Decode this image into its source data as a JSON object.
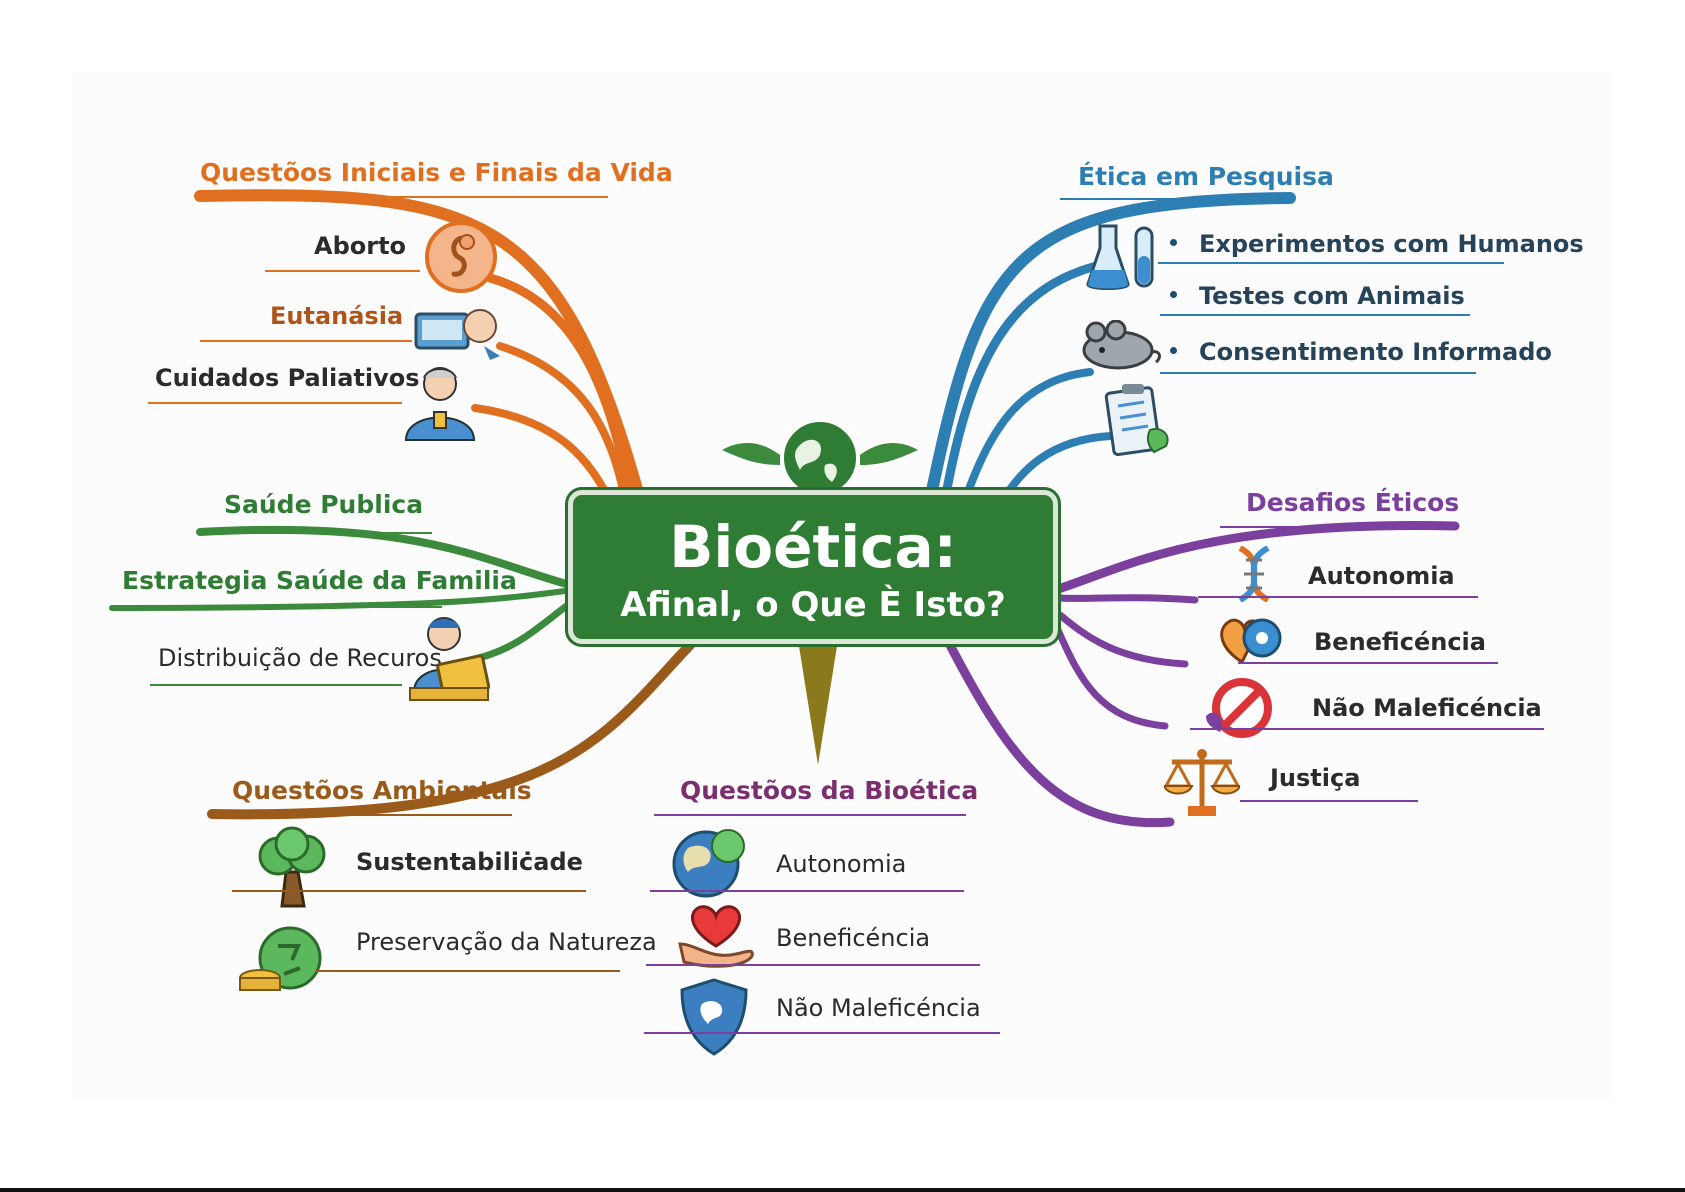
{
  "center": {
    "title": "Bioética:",
    "subtitle": "Afinal, o Que È Isto?"
  },
  "colors": {
    "orange": "#e07020",
    "blue": "#2d7fb3",
    "green": "#3c8a3c",
    "purple": "#7b3f9e",
    "brown": "#9a5a1a",
    "center_green": "#2f7d35"
  },
  "branches": {
    "vida": {
      "title": "Questõos Iniciais e Finais da Vida",
      "items": [
        {
          "label": "Aborto",
          "icon": "fetus-icon"
        },
        {
          "label": "Eutanásia",
          "icon": "monitor-patient-icon"
        },
        {
          "label": "Cuidados Paliativos",
          "icon": "caregiver-icon"
        }
      ]
    },
    "pesquisa": {
      "title": "Ética em Pesquisa",
      "items": [
        {
          "label": "Experimentos com Humanos",
          "icon": "flask-icon"
        },
        {
          "label": "Testes com Animais",
          "icon": "animal-icon"
        },
        {
          "label": "Consentimento Informado",
          "icon": "clipboard-icon"
        }
      ]
    },
    "saude": {
      "title": "Saúde Publica",
      "items": [
        {
          "label": "Estrategia Saúde da Familia",
          "icon": ""
        },
        {
          "label": "Distribuição de Recuros",
          "icon": "worker-laptop-icon"
        }
      ]
    },
    "desafios": {
      "title": "Desafios Éticos",
      "items": [
        {
          "label": "Autonomia",
          "icon": "dna-icon"
        },
        {
          "label": "Beneficéncia",
          "icon": "heart-globe-icon"
        },
        {
          "label": "Não Maleficéncia",
          "icon": "no-harm-icon"
        },
        {
          "label": "Justiça",
          "icon": "scales-icon"
        }
      ]
    },
    "ambientais": {
      "title": "Questõos Ambientais",
      "items": [
        {
          "label": "Sustentabiliċade",
          "icon": "tree-icon"
        },
        {
          "label": "Preservação da Natureza",
          "icon": "recycle-icon"
        }
      ]
    },
    "bioetica": {
      "title": "Questõos da Bioética",
      "items": [
        {
          "label": "Autonomia",
          "icon": "globe-icon"
        },
        {
          "label": "Beneficéncia",
          "icon": "heart-hand-icon"
        },
        {
          "label": "Não Maleficéncia",
          "icon": "shield-icon"
        }
      ]
    }
  }
}
